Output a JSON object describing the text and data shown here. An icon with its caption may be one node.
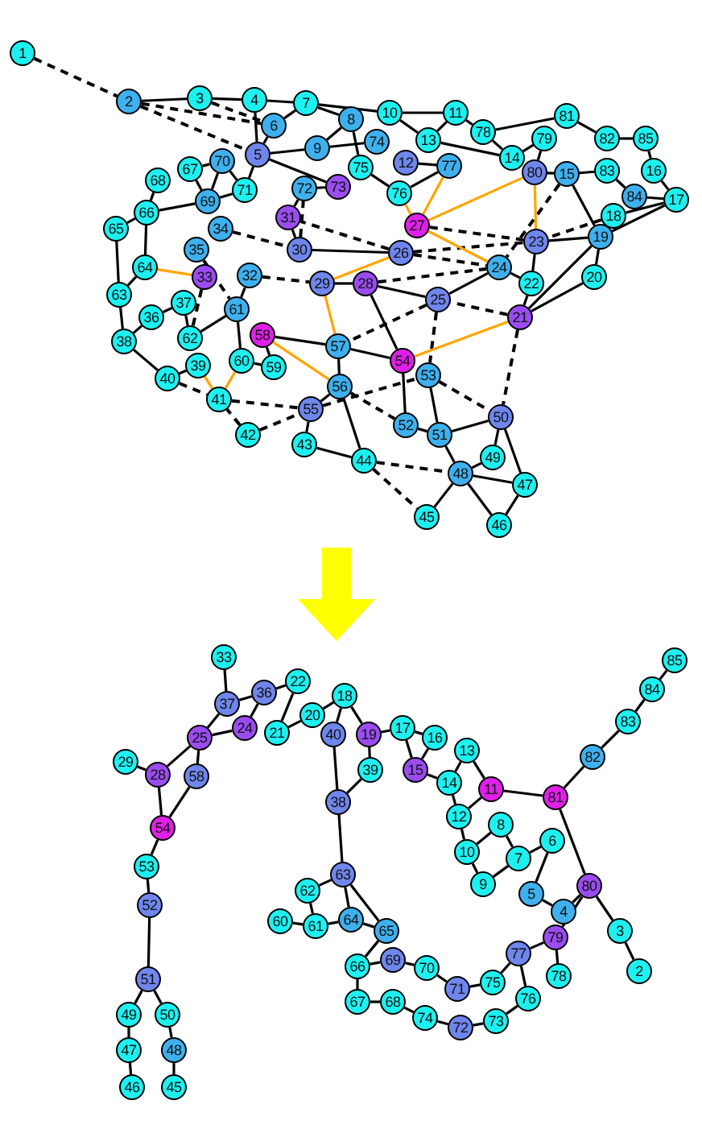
{
  "diagram": {
    "nodes": [
      {
        "text": [
          "1"
        ]
      },
      {
        "text": [
          "2"
        ]
      },
      {
        "text": [
          "3"
        ]
      },
      {
        "text": [
          "4"
        ]
      },
      {
        "text": [
          "5"
        ]
      },
      {
        "text": [
          "6"
        ]
      },
      {
        "text": [
          "7"
        ]
      },
      {
        "text": [
          "8"
        ]
      },
      {
        "text": [
          "9"
        ]
      },
      {
        "text": [
          "10"
        ]
      },
      {
        "text": [
          "11"
        ]
      },
      {
        "text": [
          "12"
        ]
      },
      {
        "text": [
          "13"
        ]
      },
      {
        "text": [
          "14"
        ]
      },
      {
        "text": [
          "15"
        ]
      },
      {
        "text": [
          "16"
        ]
      },
      {
        "text": [
          "17"
        ]
      },
      {
        "text": [
          "18"
        ]
      },
      {
        "text": [
          "19"
        ]
      },
      {
        "text": [
          "20"
        ]
      },
      {
        "text": [
          "21"
        ]
      },
      {
        "text": [
          "22"
        ]
      },
      {
        "text": [
          "23"
        ]
      },
      {
        "text": [
          "24"
        ]
      },
      {
        "text": [
          "25"
        ]
      },
      {
        "text": [
          "26"
        ]
      },
      {
        "text": [
          "27"
        ]
      },
      {
        "text": [
          "28"
        ]
      },
      {
        "text": [
          "29"
        ]
      },
      {
        "text": [
          "30"
        ]
      },
      {
        "text": [
          "31"
        ]
      },
      {
        "text": [
          "32"
        ]
      },
      {
        "text": [
          "33"
        ]
      },
      {
        "text": [
          "34"
        ]
      },
      {
        "text": [
          "35"
        ]
      },
      {
        "text": [
          "36"
        ]
      },
      {
        "text": [
          "37"
        ]
      },
      {
        "text": [
          "38"
        ]
      },
      {
        "text": [
          "39"
        ]
      },
      {
        "text": [
          "40"
        ]
      },
      {
        "text": [
          "41"
        ]
      },
      {
        "text": [
          "42"
        ]
      },
      {
        "text": [
          "43"
        ]
      },
      {
        "text": [
          "44"
        ]
      },
      {
        "text": [
          "45"
        ]
      },
      {
        "text": [
          "46"
        ]
      },
      {
        "text": [
          "47"
        ]
      },
      {
        "text": [
          "48"
        ]
      },
      {
        "text": [
          "49"
        ]
      },
      {
        "text": [
          "50"
        ]
      },
      {
        "text": [
          "51"
        ]
      },
      {
        "text": [
          "52"
        ]
      },
      {
        "text": [
          "53"
        ]
      },
      {
        "text": [
          "54"
        ]
      },
      {
        "text": [
          "55"
        ]
      },
      {
        "text": [
          "56"
        ]
      },
      {
        "text": [
          "57"
        ]
      },
      {
        "text": [
          "58"
        ]
      },
      {
        "text": [
          "59"
        ]
      },
      {
        "text": [
          "60"
        ]
      },
      {
        "text": [
          "61"
        ]
      },
      {
        "text": [
          "62"
        ]
      },
      {
        "text": [
          "63"
        ]
      },
      {
        "text": [
          "64"
        ]
      },
      {
        "text": [
          "65"
        ]
      },
      {
        "text": [
          "66"
        ]
      },
      {
        "text": [
          "67"
        ]
      },
      {
        "text": [
          "68"
        ]
      },
      {
        "text": [
          "69"
        ]
      },
      {
        "text": [
          "70"
        ]
      },
      {
        "text": [
          "71"
        ]
      },
      {
        "text": [
          "72"
        ]
      },
      {
        "text": [
          "73"
        ]
      },
      {
        "text": [
          "74"
        ]
      },
      {
        "text": [
          "75"
        ]
      },
      {
        "text": [
          "76"
        ]
      },
      {
        "text": [
          "77"
        ]
      },
      {
        "text": [
          "78"
        ]
      },
      {
        "text": [
          "79"
        ]
      },
      {
        "text": [
          "80"
        ]
      },
      {
        "text": [
          "81"
        ]
      },
      {
        "text": [
          "82"
        ]
      },
      {
        "text": [
          "83"
        ]
      },
      {
        "text": [
          "84"
        ]
      },
      {
        "text": [
          "85"
        ]
      },
      {
        "text": [
          "33"
        ]
      },
      {
        "text": [
          "37"
        ]
      },
      {
        "text": [
          "36"
        ]
      },
      {
        "text": [
          "22"
        ]
      },
      {
        "text": [
          "21"
        ]
      },
      {
        "text": [
          "20"
        ]
      },
      {
        "text": [
          "24"
        ]
      },
      {
        "text": [
          "25"
        ]
      },
      {
        "text": [
          "29"
        ]
      },
      {
        "text": [
          "28"
        ]
      },
      {
        "text": [
          "58"
        ]
      },
      {
        "text": [
          "54"
        ]
      },
      {
        "text": [
          "53"
        ]
      },
      {
        "text": [
          "52"
        ]
      },
      {
        "text": [
          "51"
        ]
      },
      {
        "text": [
          "50"
        ]
      },
      {
        "text": [
          "49"
        ]
      },
      {
        "text": [
          "48"
        ]
      },
      {
        "text": [
          "47"
        ]
      },
      {
        "text": [
          "46"
        ]
      },
      {
        "text": [
          "45"
        ]
      },
      {
        "text": [
          "18"
        ]
      },
      {
        "text": [
          "40"
        ]
      },
      {
        "text": [
          "19"
        ]
      },
      {
        "text": [
          "39"
        ]
      },
      {
        "text": [
          "38"
        ]
      },
      {
        "text": [
          "17"
        ]
      },
      {
        "text": [
          "16"
        ]
      },
      {
        "text": [
          "15"
        ]
      },
      {
        "text": [
          "14"
        ]
      },
      {
        "text": [
          "13"
        ]
      },
      {
        "text": [
          "12"
        ]
      },
      {
        "text": [
          "11"
        ]
      },
      {
        "text": [
          "10"
        ]
      },
      {
        "text": [
          "9"
        ]
      },
      {
        "text": [
          "8"
        ]
      },
      {
        "text": [
          "7"
        ]
      },
      {
        "text": [
          "6"
        ]
      },
      {
        "text": [
          "5"
        ]
      },
      {
        "text": [
          "4"
        ]
      },
      {
        "text": [
          "81"
        ]
      },
      {
        "text": [
          "82"
        ]
      },
      {
        "text": [
          "83"
        ]
      },
      {
        "text": [
          "84"
        ]
      },
      {
        "text": [
          "85"
        ]
      },
      {
        "text": [
          "80"
        ]
      },
      {
        "text": [
          "3"
        ]
      },
      {
        "text": [
          "2"
        ]
      },
      {
        "text": [
          "79"
        ]
      },
      {
        "text": [
          "78"
        ]
      },
      {
        "text": [
          "77"
        ]
      },
      {
        "text": [
          "76"
        ]
      },
      {
        "text": [
          "75"
        ]
      },
      {
        "text": [
          "74"
        ]
      },
      {
        "text": [
          "73"
        ]
      },
      {
        "text": [
          "72"
        ]
      },
      {
        "text": [
          "71"
        ]
      },
      {
        "text": [
          "70"
        ]
      },
      {
        "text": [
          "69"
        ]
      },
      {
        "text": [
          "68"
        ]
      },
      {
        "text": [
          "67"
        ]
      },
      {
        "text": [
          "66"
        ]
      },
      {
        "text": [
          "65"
        ]
      },
      {
        "text": [
          "64"
        ]
      },
      {
        "text": [
          "63"
        ]
      },
      {
        "text": [
          "62"
        ]
      },
      {
        "text": [
          "61"
        ]
      },
      {
        "text": [
          "60"
        ]
      }
    ],
    "edges": [
      {
        "from": 0,
        "to": 1,
        "arrow": "none",
        "style": "dashed"
      },
      {
        "from": 1,
        "to": 5,
        "arrow": "none",
        "style": "dashed"
      },
      {
        "from": 1,
        "to": 4,
        "arrow": "none",
        "style": "dashed"
      },
      {
        "from": 2,
        "to": 5,
        "arrow": "none",
        "style": "dashed"
      },
      {
        "from": 25,
        "to": 30,
        "arrow": "none",
        "style": "dashed"
      },
      {
        "from": 26,
        "to": 22,
        "arrow": "none",
        "style": "dashed"
      },
      {
        "from": 25,
        "to": 22,
        "arrow": "none",
        "style": "dashed"
      },
      {
        "from": 24,
        "to": 56,
        "arrow": "none",
        "style": "dashed"
      },
      {
        "from": 24,
        "to": 52,
        "arrow": "none",
        "style": "dashed"
      },
      {
        "from": 20,
        "to": 49,
        "arrow": "none",
        "style": "dashed"
      },
      {
        "from": 52,
        "to": 49,
        "arrow": "none",
        "style": "dashed"
      },
      {
        "from": 40,
        "to": 54,
        "arrow": "none",
        "style": "dashed"
      },
      {
        "from": 41,
        "to": 54,
        "arrow": "none",
        "style": "dashed"
      },
      {
        "from": 41,
        "to": 40,
        "arrow": "none",
        "style": "dashed"
      },
      {
        "from": 43,
        "to": 47,
        "arrow": "none",
        "style": "dashed"
      },
      {
        "from": 43,
        "to": 44,
        "arrow": "none",
        "style": "dashed"
      },
      {
        "from": 31,
        "to": 28,
        "arrow": "none",
        "style": "dashed"
      },
      {
        "from": 32,
        "to": 61,
        "arrow": "none",
        "style": "dashed"
      },
      {
        "from": 34,
        "to": 60,
        "arrow": "none",
        "style": "dashed"
      },
      {
        "from": 55,
        "to": 51,
        "arrow": "none",
        "style": "dashed"
      },
      {
        "from": 25,
        "to": 23,
        "arrow": "none",
        "style": "dashed"
      },
      {
        "from": 27,
        "to": 23,
        "arrow": "none",
        "style": "dashed"
      },
      {
        "from": 17,
        "to": 22,
        "arrow": "none",
        "style": "dashed"
      },
      {
        "from": 14,
        "to": 23,
        "arrow": "none",
        "style": "dashed"
      },
      {
        "from": 29,
        "to": 71,
        "arrow": "none",
        "style": "dashed"
      },
      {
        "from": 33,
        "to": 29,
        "arrow": "none",
        "style": "dashed"
      },
      {
        "from": 54,
        "to": 52,
        "arrow": "none",
        "style": "dashed"
      },
      {
        "from": 39,
        "to": 40,
        "arrow": "none",
        "style": "dashed"
      },
      {
        "from": 20,
        "to": 24,
        "arrow": "none",
        "style": "dashed"
      },
      {
        "from": 38,
        "to": 40,
        "arrow": "none",
        "color": "#ffa500"
      },
      {
        "from": 40,
        "to": 59,
        "arrow": "none",
        "color": "#ffa500"
      },
      {
        "from": 32,
        "to": 63,
        "arrow": "none",
        "color": "#ffa500"
      },
      {
        "from": 57,
        "to": 55,
        "arrow": "none",
        "color": "#ffa500"
      },
      {
        "from": 28,
        "to": 56,
        "arrow": "none",
        "color": "#ffa500"
      },
      {
        "from": 26,
        "to": 76,
        "arrow": "none",
        "color": "#ffa500"
      },
      {
        "from": 26,
        "to": 75,
        "arrow": "none",
        "color": "#ffa500"
      },
      {
        "from": 26,
        "to": 79,
        "arrow": "none",
        "color": "#ffa500"
      },
      {
        "from": 79,
        "to": 22,
        "arrow": "none",
        "color": "#ffa500"
      },
      {
        "from": 26,
        "to": 23,
        "arrow": "none",
        "color": "#ffa500"
      },
      {
        "from": 53,
        "to": 20,
        "arrow": "none",
        "color": "#ffa500"
      },
      {
        "from": 25,
        "to": 28,
        "arrow": "none",
        "color": "#ffa500"
      },
      {
        "from": 1,
        "to": 2,
        "arrow": "none"
      },
      {
        "from": 2,
        "to": 3,
        "arrow": "none"
      },
      {
        "from": 3,
        "to": 4,
        "arrow": "none"
      },
      {
        "from": 3,
        "to": 6,
        "arrow": "none"
      },
      {
        "from": 5,
        "to": 6,
        "arrow": "none"
      },
      {
        "from": 6,
        "to": 9,
        "arrow": "none"
      },
      {
        "from": 6,
        "to": 7,
        "arrow": "none"
      },
      {
        "from": 9,
        "to": 10,
        "arrow": "none"
      },
      {
        "from": 9,
        "to": 12,
        "arrow": "none"
      },
      {
        "from": 10,
        "to": 77,
        "arrow": "none"
      },
      {
        "from": 12,
        "to": 13,
        "arrow": "none"
      },
      {
        "from": 77,
        "to": 80,
        "arrow": "none"
      },
      {
        "from": 80,
        "to": 81,
        "arrow": "none"
      },
      {
        "from": 81,
        "to": 84,
        "arrow": "none"
      },
      {
        "from": 84,
        "to": 15,
        "arrow": "none"
      },
      {
        "from": 15,
        "to": 16,
        "arrow": "none"
      },
      {
        "from": 16,
        "to": 83,
        "arrow": "none"
      },
      {
        "from": 83,
        "to": 82,
        "arrow": "none"
      },
      {
        "from": 82,
        "to": 14,
        "arrow": "none"
      },
      {
        "from": 14,
        "to": 79,
        "arrow": "none"
      },
      {
        "from": 79,
        "to": 78,
        "arrow": "none"
      },
      {
        "from": 78,
        "to": 13,
        "arrow": "none"
      },
      {
        "from": 13,
        "to": 77,
        "arrow": "none"
      },
      {
        "from": 11,
        "to": 76,
        "arrow": "none"
      },
      {
        "from": 76,
        "to": 75,
        "arrow": "none"
      },
      {
        "from": 75,
        "to": 74,
        "arrow": "none"
      },
      {
        "from": 74,
        "to": 7,
        "arrow": "none"
      },
      {
        "from": 8,
        "to": 73,
        "arrow": "none"
      },
      {
        "from": 7,
        "to": 8,
        "arrow": "none"
      },
      {
        "from": 4,
        "to": 70,
        "arrow": "none"
      },
      {
        "from": 4,
        "to": 8,
        "arrow": "none"
      },
      {
        "from": 4,
        "to": 72,
        "arrow": "none"
      },
      {
        "from": 70,
        "to": 69,
        "arrow": "none"
      },
      {
        "from": 69,
        "to": 66,
        "arrow": "none"
      },
      {
        "from": 67,
        "to": 65,
        "arrow": "none"
      },
      {
        "from": 65,
        "to": 64,
        "arrow": "none"
      },
      {
        "from": 64,
        "to": 62,
        "arrow": "none"
      },
      {
        "from": 62,
        "to": 37,
        "arrow": "none"
      },
      {
        "from": 37,
        "to": 39,
        "arrow": "none"
      },
      {
        "from": 39,
        "to": 38,
        "arrow": "none"
      },
      {
        "from": 37,
        "to": 35,
        "arrow": "none"
      },
      {
        "from": 35,
        "to": 36,
        "arrow": "none"
      },
      {
        "from": 36,
        "to": 61,
        "arrow": "none"
      },
      {
        "from": 61,
        "to": 60,
        "arrow": "none"
      },
      {
        "from": 60,
        "to": 59,
        "arrow": "none"
      },
      {
        "from": 59,
        "to": 58,
        "arrow": "none"
      },
      {
        "from": 58,
        "to": 57,
        "arrow": "none"
      },
      {
        "from": 57,
        "to": 56,
        "arrow": "none"
      },
      {
        "from": 56,
        "to": 55,
        "arrow": "none"
      },
      {
        "from": 55,
        "to": 54,
        "arrow": "none"
      },
      {
        "from": 54,
        "to": 42,
        "arrow": "none"
      },
      {
        "from": 42,
        "to": 43,
        "arrow": "none"
      },
      {
        "from": 55,
        "to": 43,
        "arrow": "none"
      },
      {
        "from": 53,
        "to": 56,
        "arrow": "none"
      },
      {
        "from": 53,
        "to": 27,
        "arrow": "none"
      },
      {
        "from": 53,
        "to": 51,
        "arrow": "none"
      },
      {
        "from": 52,
        "to": 50,
        "arrow": "none"
      },
      {
        "from": 51,
        "to": 50,
        "arrow": "none"
      },
      {
        "from": 50,
        "to": 49,
        "arrow": "none"
      },
      {
        "from": 50,
        "to": 47,
        "arrow": "none"
      },
      {
        "from": 49,
        "to": 46,
        "arrow": "none"
      },
      {
        "from": 49,
        "to": 48,
        "arrow": "none"
      },
      {
        "from": 47,
        "to": 48,
        "arrow": "none"
      },
      {
        "from": 47,
        "to": 46,
        "arrow": "none"
      },
      {
        "from": 47,
        "to": 44,
        "arrow": "none"
      },
      {
        "from": 47,
        "to": 45,
        "arrow": "none"
      },
      {
        "from": 46,
        "to": 45,
        "arrow": "none"
      },
      {
        "from": 22,
        "to": 18,
        "arrow": "none"
      },
      {
        "from": 18,
        "to": 19,
        "arrow": "none"
      },
      {
        "from": 19,
        "to": 20,
        "arrow": "none"
      },
      {
        "from": 21,
        "to": 20,
        "arrow": "none"
      },
      {
        "from": 18,
        "to": 20,
        "arrow": "none"
      },
      {
        "from": 23,
        "to": 21,
        "arrow": "none"
      },
      {
        "from": 23,
        "to": 24,
        "arrow": "none"
      },
      {
        "from": 22,
        "to": 21,
        "arrow": "none"
      },
      {
        "from": 18,
        "to": 16,
        "arrow": "none"
      },
      {
        "from": 17,
        "to": 16,
        "arrow": "none"
      },
      {
        "from": 18,
        "to": 14,
        "arrow": "none"
      },
      {
        "from": 29,
        "to": 25,
        "arrow": "none"
      },
      {
        "from": 28,
        "to": 27,
        "arrow": "none"
      },
      {
        "from": 27,
        "to": 24,
        "arrow": "none"
      },
      {
        "from": 30,
        "to": 29,
        "arrow": "none"
      },
      {
        "from": 30,
        "to": 71,
        "arrow": "none"
      },
      {
        "from": 31,
        "to": 60,
        "arrow": "none"
      },
      {
        "from": 63,
        "to": 62,
        "arrow": "none"
      },
      {
        "from": 63,
        "to": 65,
        "arrow": "none"
      },
      {
        "from": 65,
        "to": 68,
        "arrow": "none"
      },
      {
        "from": 68,
        "to": 69,
        "arrow": "none"
      },
      {
        "from": 66,
        "to": 68,
        "arrow": "none"
      },
      {
        "from": 71,
        "to": 72,
        "arrow": "none"
      },
      {
        "from": 10,
        "to": 12,
        "arrow": "none"
      },
      {
        "from": 4,
        "to": 5,
        "arrow": "none"
      },
      {
        "from": 70,
        "to": 68,
        "arrow": "none"
      },
      {
        "from": 85,
        "to": 86,
        "arrow": "none"
      },
      {
        "from": 86,
        "to": 92,
        "arrow": "none"
      },
      {
        "from": 86,
        "to": 87,
        "arrow": "none"
      },
      {
        "from": 87,
        "to": 91,
        "arrow": "none"
      },
      {
        "from": 91,
        "to": 92,
        "arrow": "none"
      },
      {
        "from": 92,
        "to": 95,
        "arrow": "none"
      },
      {
        "from": 92,
        "to": 94,
        "arrow": "none"
      },
      {
        "from": 93,
        "to": 94,
        "arrow": "none"
      },
      {
        "from": 94,
        "to": 96,
        "arrow": "none"
      },
      {
        "from": 95,
        "to": 96,
        "arrow": "none"
      },
      {
        "from": 96,
        "to": 97,
        "arrow": "none"
      },
      {
        "from": 97,
        "to": 98,
        "arrow": "none"
      },
      {
        "from": 98,
        "to": 99,
        "arrow": "none"
      },
      {
        "from": 99,
        "to": 100,
        "arrow": "none"
      },
      {
        "from": 99,
        "to": 101,
        "arrow": "none"
      },
      {
        "from": 100,
        "to": 102,
        "arrow": "none"
      },
      {
        "from": 101,
        "to": 103,
        "arrow": "none"
      },
      {
        "from": 102,
        "to": 105,
        "arrow": "none"
      },
      {
        "from": 103,
        "to": 104,
        "arrow": "none"
      },
      {
        "from": 87,
        "to": 88,
        "arrow": "none"
      },
      {
        "from": 88,
        "to": 89,
        "arrow": "none"
      },
      {
        "from": 89,
        "to": 90,
        "arrow": "none"
      },
      {
        "from": 90,
        "to": 106,
        "arrow": "none"
      },
      {
        "from": 106,
        "to": 107,
        "arrow": "none"
      },
      {
        "from": 107,
        "to": 110,
        "arrow": "none"
      },
      {
        "from": 109,
        "to": 110,
        "arrow": "none"
      },
      {
        "from": 106,
        "to": 108,
        "arrow": "none"
      },
      {
        "from": 108,
        "to": 111,
        "arrow": "none"
      },
      {
        "from": 108,
        "to": 109,
        "arrow": "none"
      },
      {
        "from": 111,
        "to": 112,
        "arrow": "none"
      },
      {
        "from": 111,
        "to": 113,
        "arrow": "none"
      },
      {
        "from": 112,
        "to": 113,
        "arrow": "none"
      },
      {
        "from": 113,
        "to": 114,
        "arrow": "none"
      },
      {
        "from": 114,
        "to": 115,
        "arrow": "none"
      },
      {
        "from": 114,
        "to": 116,
        "arrow": "none"
      },
      {
        "from": 115,
        "to": 117,
        "arrow": "none"
      },
      {
        "from": 116,
        "to": 117,
        "arrow": "none"
      },
      {
        "from": 116,
        "to": 118,
        "arrow": "none"
      },
      {
        "from": 117,
        "to": 125,
        "arrow": "none"
      },
      {
        "from": 118,
        "to": 119,
        "arrow": "none"
      },
      {
        "from": 118,
        "to": 120,
        "arrow": "none"
      },
      {
        "from": 120,
        "to": 121,
        "arrow": "none"
      },
      {
        "from": 119,
        "to": 121,
        "arrow": "none"
      },
      {
        "from": 121,
        "to": 122,
        "arrow": "none"
      },
      {
        "from": 122,
        "to": 123,
        "arrow": "none"
      },
      {
        "from": 123,
        "to": 124,
        "arrow": "none"
      },
      {
        "from": 124,
        "to": 130,
        "arrow": "none"
      },
      {
        "from": 125,
        "to": 130,
        "arrow": "none"
      },
      {
        "from": 125,
        "to": 126,
        "arrow": "none"
      },
      {
        "from": 126,
        "to": 127,
        "arrow": "none"
      },
      {
        "from": 127,
        "to": 128,
        "arrow": "none"
      },
      {
        "from": 128,
        "to": 129,
        "arrow": "none"
      },
      {
        "from": 130,
        "to": 133,
        "arrow": "none"
      },
      {
        "from": 130,
        "to": 131,
        "arrow": "none"
      },
      {
        "from": 131,
        "to": 132,
        "arrow": "none"
      },
      {
        "from": 133,
        "to": 134,
        "arrow": "none"
      },
      {
        "from": 133,
        "to": 135,
        "arrow": "none"
      },
      {
        "from": 135,
        "to": 136,
        "arrow": "none"
      },
      {
        "from": 135,
        "to": 137,
        "arrow": "none"
      },
      {
        "from": 137,
        "to": 141,
        "arrow": "none"
      },
      {
        "from": 136,
        "to": 139,
        "arrow": "none"
      },
      {
        "from": 139,
        "to": 140,
        "arrow": "none"
      },
      {
        "from": 140,
        "to": 138,
        "arrow": "none"
      },
      {
        "from": 141,
        "to": 142,
        "arrow": "none"
      },
      {
        "from": 138,
        "to": 144,
        "arrow": "none"
      },
      {
        "from": 142,
        "to": 143,
        "arrow": "none"
      },
      {
        "from": 144,
        "to": 145,
        "arrow": "none"
      },
      {
        "from": 143,
        "to": 146,
        "arrow": "none"
      },
      {
        "from": 145,
        "to": 146,
        "arrow": "none"
      },
      {
        "from": 146,
        "to": 147,
        "arrow": "none"
      },
      {
        "from": 147,
        "to": 148,
        "arrow": "none"
      },
      {
        "from": 148,
        "to": 149,
        "arrow": "none"
      },
      {
        "from": 147,
        "to": 149,
        "arrow": "none"
      },
      {
        "from": 149,
        "to": 150,
        "arrow": "none"
      },
      {
        "from": 150,
        "to": 151,
        "arrow": "none"
      },
      {
        "from": 151,
        "to": 152,
        "arrow": "none"
      },
      {
        "from": 151,
        "to": 148,
        "arrow": "none"
      },
      {
        "from": 110,
        "to": 149,
        "arrow": "none"
      }
    ]
  }
}
